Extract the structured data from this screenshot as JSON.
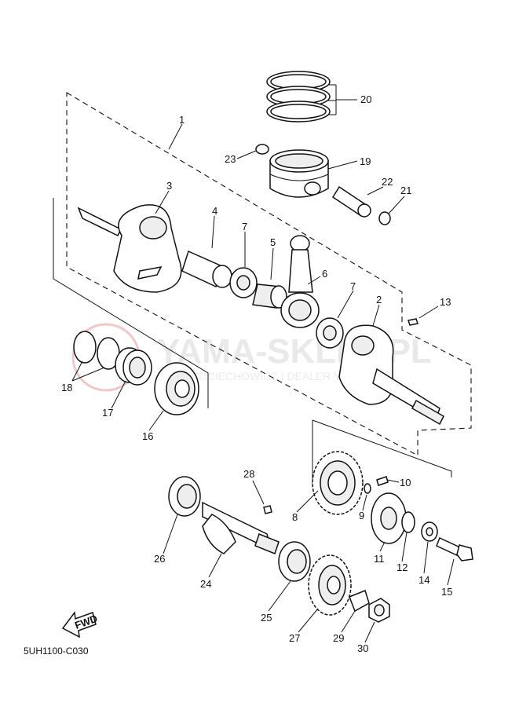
{
  "watermark": {
    "brand": "YAMA-SKLEP.PL",
    "subtitle": "MOTOCIECHOWICZ | DEALER YAMAHA"
  },
  "diagram_code": "5UH1100-C030",
  "fwd_label": "FWD",
  "callouts": [
    "1",
    "2",
    "3",
    "4",
    "5",
    "6",
    "7",
    "7",
    "8",
    "9",
    "10",
    "11",
    "12",
    "13",
    "14",
    "15",
    "16",
    "17",
    "18",
    "19",
    "20",
    "21",
    "22",
    "23",
    "24",
    "25",
    "26",
    "27",
    "28",
    "29",
    "30"
  ],
  "colors": {
    "line": "#111111",
    "watermark": "#e6e6e6",
    "watermark_logo": "#e8a0a0"
  }
}
